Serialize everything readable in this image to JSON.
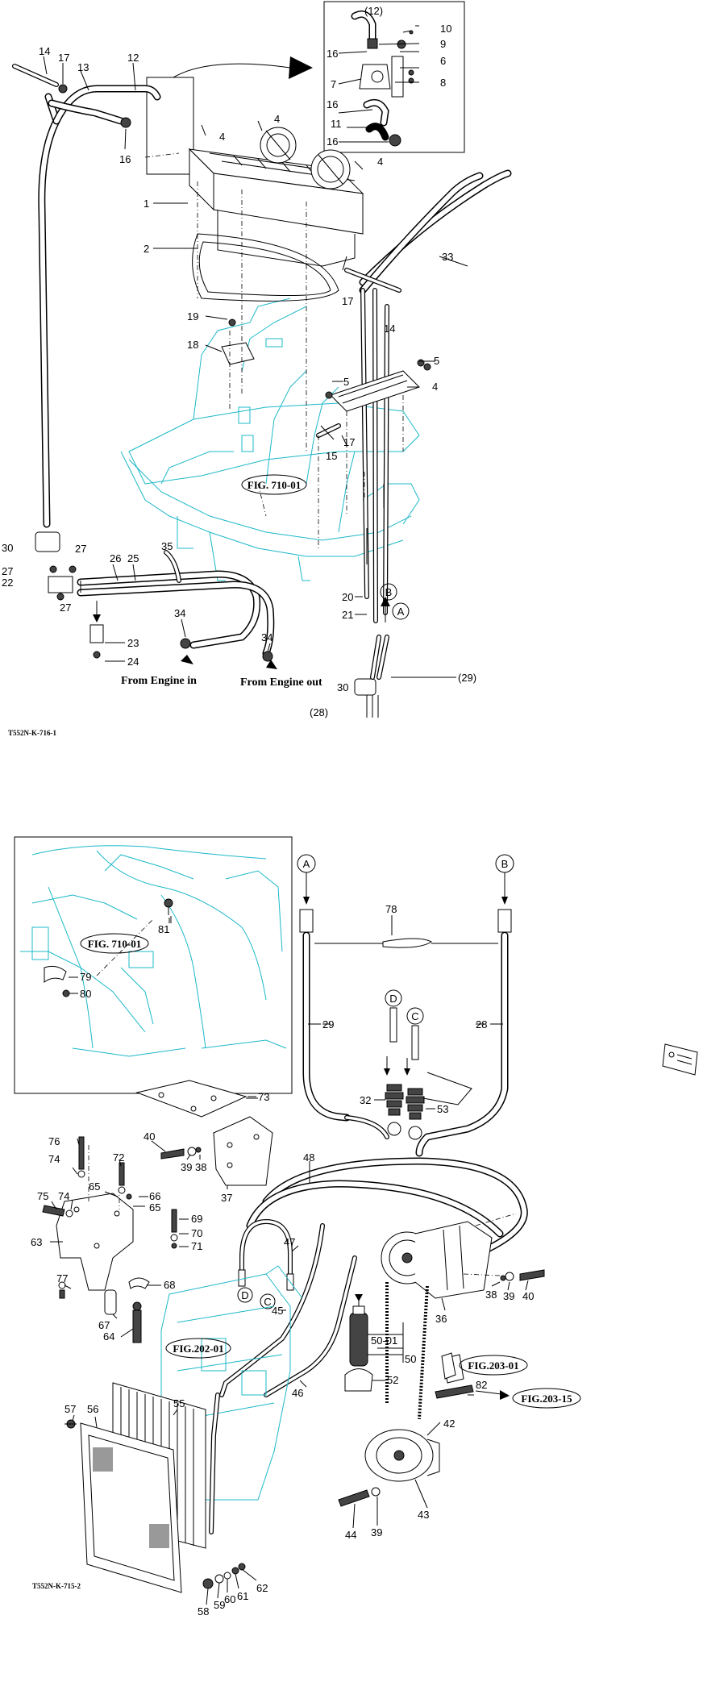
{
  "upper": {
    "code": "T552N-K-716-1",
    "from_engine_in": "From Engine in",
    "from_engine_out": "From Engine out",
    "fig": "FIG. 710-01",
    "letter_a": "A",
    "letter_b": "B"
  },
  "lower": {
    "code": "T552N-K-715-2",
    "fig_710": "FIG. 710-01",
    "fig_202": "FIG.202-01",
    "fig_203_01": "FIG.203-01",
    "fig_203_15": "FIG.203-15",
    "letter_a": "A",
    "letter_b": "B",
    "letter_c": "C",
    "letter_d": "D"
  },
  "callouts_upper": [
    {
      "id": "14a",
      "text": "14"
    },
    {
      "id": "17a",
      "text": "17"
    },
    {
      "id": "13",
      "text": "13"
    },
    {
      "id": "12",
      "text": "12"
    },
    {
      "id": "16a",
      "text": "16"
    },
    {
      "id": "1",
      "text": "1"
    },
    {
      "id": "2",
      "text": "2"
    },
    {
      "id": "4a",
      "text": "4"
    },
    {
      "id": "4b",
      "text": "4"
    },
    {
      "id": "4c",
      "text": "4"
    },
    {
      "id": "33",
      "text": "33"
    },
    {
      "id": "17b",
      "text": "17"
    },
    {
      "id": "14b",
      "text": "14"
    },
    {
      "id": "19",
      "text": "19"
    },
    {
      "id": "18",
      "text": "18"
    },
    {
      "id": "5a",
      "text": "5"
    },
    {
      "id": "5b",
      "text": "5"
    },
    {
      "id": "4d",
      "text": "4"
    },
    {
      "id": "17c",
      "text": "17"
    },
    {
      "id": "15",
      "text": "15"
    },
    {
      "id": "30a",
      "text": "30"
    },
    {
      "id": "27a",
      "text": "27"
    },
    {
      "id": "27b",
      "text": "27"
    },
    {
      "id": "22",
      "text": "22"
    },
    {
      "id": "27c",
      "text": "27"
    },
    {
      "id": "26",
      "text": "26"
    },
    {
      "id": "25",
      "text": "25"
    },
    {
      "id": "35",
      "text": "35"
    },
    {
      "id": "23",
      "text": "23"
    },
    {
      "id": "24",
      "text": "24"
    },
    {
      "id": "34a",
      "text": "34"
    },
    {
      "id": "34b",
      "text": "34"
    },
    {
      "id": "20",
      "text": "20"
    },
    {
      "id": "21",
      "text": "21"
    },
    {
      "id": "29p",
      "text": "(29)"
    },
    {
      "id": "30b",
      "text": "30"
    },
    {
      "id": "28p",
      "text": "(28)"
    },
    {
      "id": "12p",
      "text": "(12)"
    },
    {
      "id": "10",
      "text": "10"
    },
    {
      "id": "9",
      "text": "9"
    },
    {
      "id": "16b",
      "text": "16"
    },
    {
      "id": "6",
      "text": "6"
    },
    {
      "id": "7",
      "text": "7"
    },
    {
      "id": "8",
      "text": "8"
    },
    {
      "id": "16c",
      "text": "16"
    },
    {
      "id": "11",
      "text": "11"
    },
    {
      "id": "16d",
      "text": "16"
    }
  ],
  "callouts_lower": [
    {
      "id": "81",
      "text": "81"
    },
    {
      "id": "79",
      "text": "79"
    },
    {
      "id": "80",
      "text": "80"
    },
    {
      "id": "78",
      "text": "78"
    },
    {
      "id": "29",
      "text": "29"
    },
    {
      "id": "28",
      "text": "28"
    },
    {
      "id": "32",
      "text": "32"
    },
    {
      "id": "53",
      "text": "53"
    },
    {
      "id": "73",
      "text": "73"
    },
    {
      "id": "40a",
      "text": "40"
    },
    {
      "id": "39a",
      "text": "39"
    },
    {
      "id": "38a",
      "text": "38"
    },
    {
      "id": "37",
      "text": "37"
    },
    {
      "id": "48",
      "text": "48"
    },
    {
      "id": "76",
      "text": "76"
    },
    {
      "id": "74a",
      "text": "74"
    },
    {
      "id": "72",
      "text": "72"
    },
    {
      "id": "75",
      "text": "75"
    },
    {
      "id": "74b",
      "text": "74"
    },
    {
      "id": "65a",
      "text": "65"
    },
    {
      "id": "66",
      "text": "66"
    },
    {
      "id": "65b",
      "text": "65"
    },
    {
      "id": "69",
      "text": "69"
    },
    {
      "id": "70",
      "text": "70"
    },
    {
      "id": "71",
      "text": "71"
    },
    {
      "id": "63",
      "text": "63"
    },
    {
      "id": "47",
      "text": "47"
    },
    {
      "id": "36",
      "text": "36"
    },
    {
      "id": "38b",
      "text": "38"
    },
    {
      "id": "39b",
      "text": "39"
    },
    {
      "id": "40b",
      "text": "40"
    },
    {
      "id": "77",
      "text": "77"
    },
    {
      "id": "68",
      "text": "68"
    },
    {
      "id": "67",
      "text": "67"
    },
    {
      "id": "45",
      "text": "45"
    },
    {
      "id": "64",
      "text": "64"
    },
    {
      "id": "5001",
      "text": "50-01"
    },
    {
      "id": "50",
      "text": "50"
    },
    {
      "id": "46",
      "text": "46"
    },
    {
      "id": "82",
      "text": "82"
    },
    {
      "id": "52",
      "text": "52"
    },
    {
      "id": "57",
      "text": "57"
    },
    {
      "id": "56",
      "text": "56"
    },
    {
      "id": "55",
      "text": "55"
    },
    {
      "id": "42",
      "text": "42"
    },
    {
      "id": "43",
      "text": "43"
    },
    {
      "id": "44",
      "text": "44"
    },
    {
      "id": "39c",
      "text": "39"
    },
    {
      "id": "62",
      "text": "62"
    },
    {
      "id": "61",
      "text": "61"
    },
    {
      "id": "60",
      "text": "60"
    },
    {
      "id": "59",
      "text": "59"
    },
    {
      "id": "58",
      "text": "58"
    }
  ]
}
